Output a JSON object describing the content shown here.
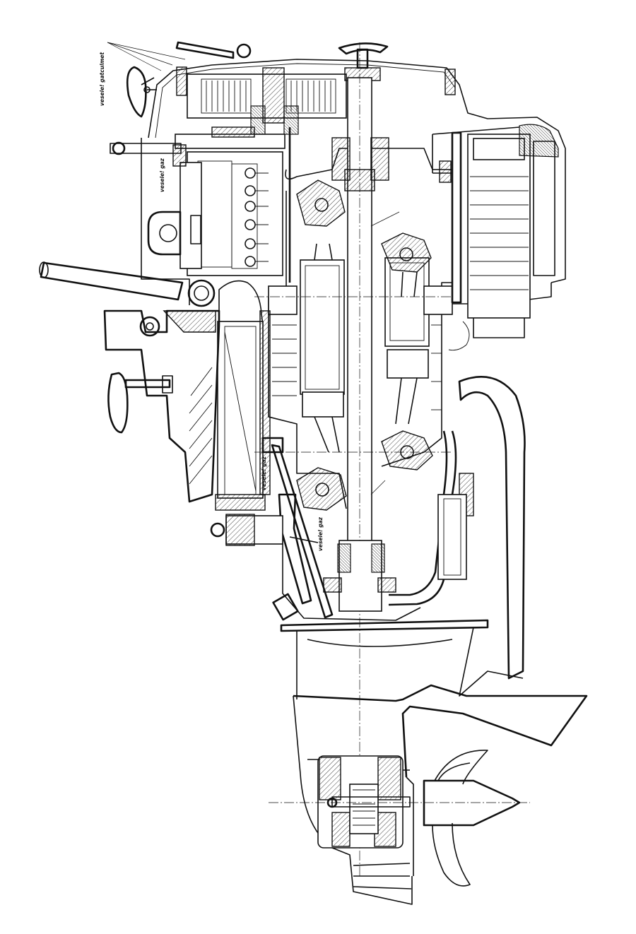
{
  "annotations": {
    "note_top": "vesele! gatculmet",
    "note_carb": "vesele! gaz",
    "note_mid": "vesele! gaz",
    "note_lower": "vesele! gaz"
  },
  "colors": {
    "line": "#111111",
    "paper": "#ffffff"
  }
}
